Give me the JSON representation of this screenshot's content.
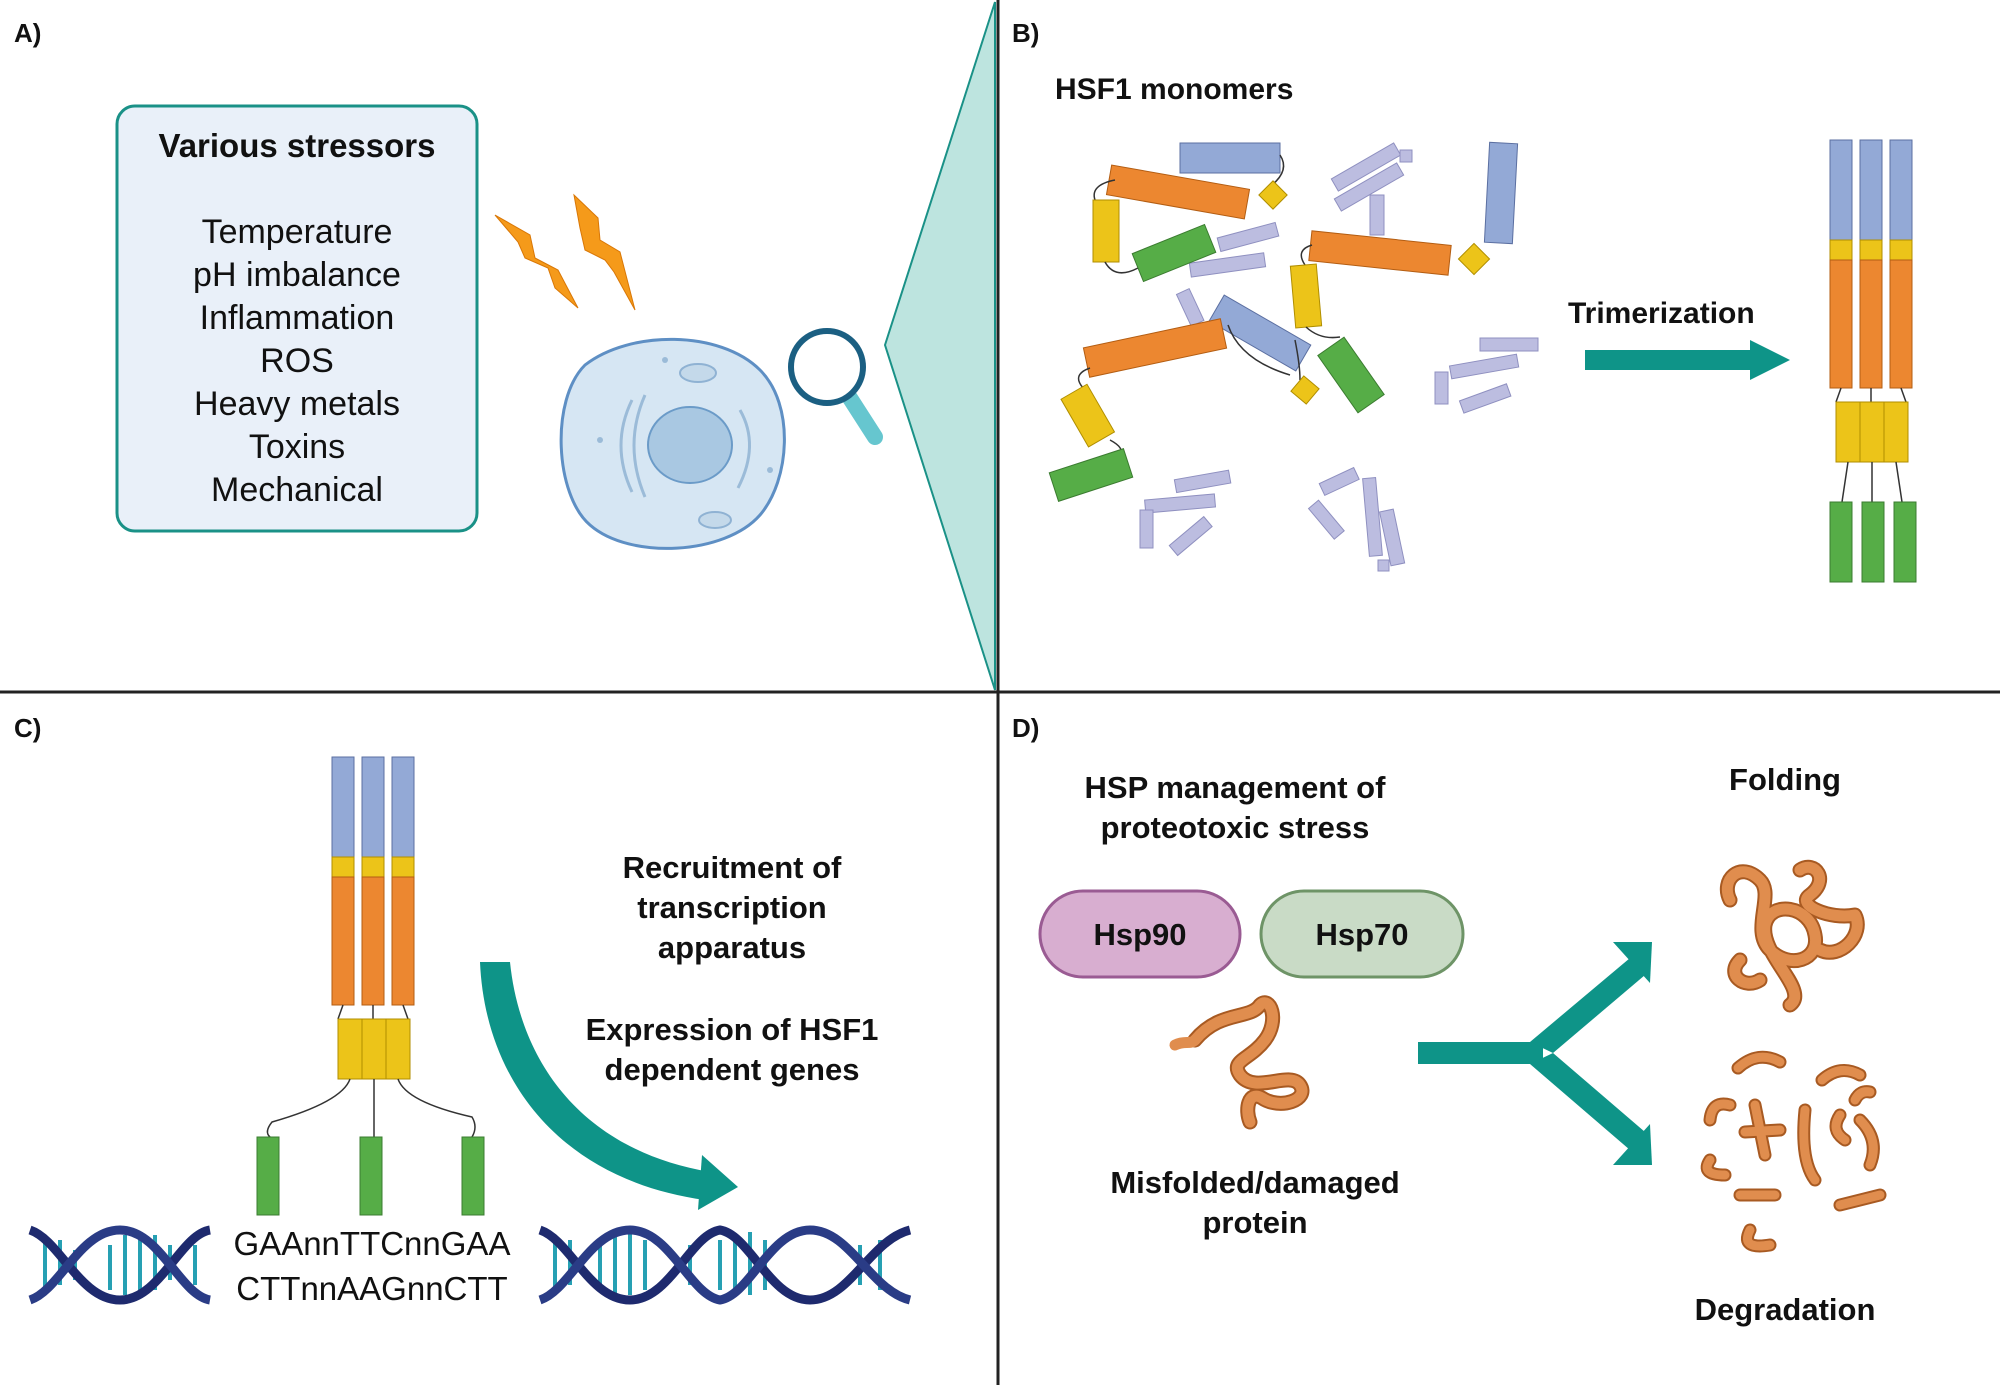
{
  "panels": {
    "a": {
      "label": "A)",
      "stressors_title": "Various stressors",
      "stressors": [
        "Temperature",
        "pH imbalance",
        "Inflammation",
        "ROS",
        "Heavy metals",
        "Toxins",
        "Mechanical"
      ]
    },
    "b": {
      "label": "B)",
      "monomers_title": "HSF1 monomers",
      "trimerization_label": "Trimerization"
    },
    "c": {
      "label": "C)",
      "recruitment_text": [
        "Recruitment of",
        "transcription",
        "apparatus"
      ],
      "expression_text": [
        "Expression of HSF1",
        "dependent genes"
      ],
      "dna_top": "GAAnnTTCnnGAA",
      "dna_bottom": "CTTnnAAGnnCTT"
    },
    "d": {
      "label": "D)",
      "title": [
        "HSP management of",
        "proteotoxic stress"
      ],
      "hsp90": "Hsp90",
      "hsp70": "Hsp70",
      "misfolded": [
        "Misfolded/damaged",
        "protein"
      ],
      "folding": "Folding",
      "degradation": "Degradation"
    }
  },
  "colors": {
    "blue_domain": "#93a9d6",
    "yellow_domain": "#ecc419",
    "orange_domain": "#ec8730",
    "green_domain": "#56ad47",
    "lavender": "#bcbde0",
    "teal": "#0e9488",
    "cell": "#d6e6f3",
    "hsp90": "#d8aed0",
    "hsp70": "#c9dbc6",
    "protein": "#d98448"
  }
}
